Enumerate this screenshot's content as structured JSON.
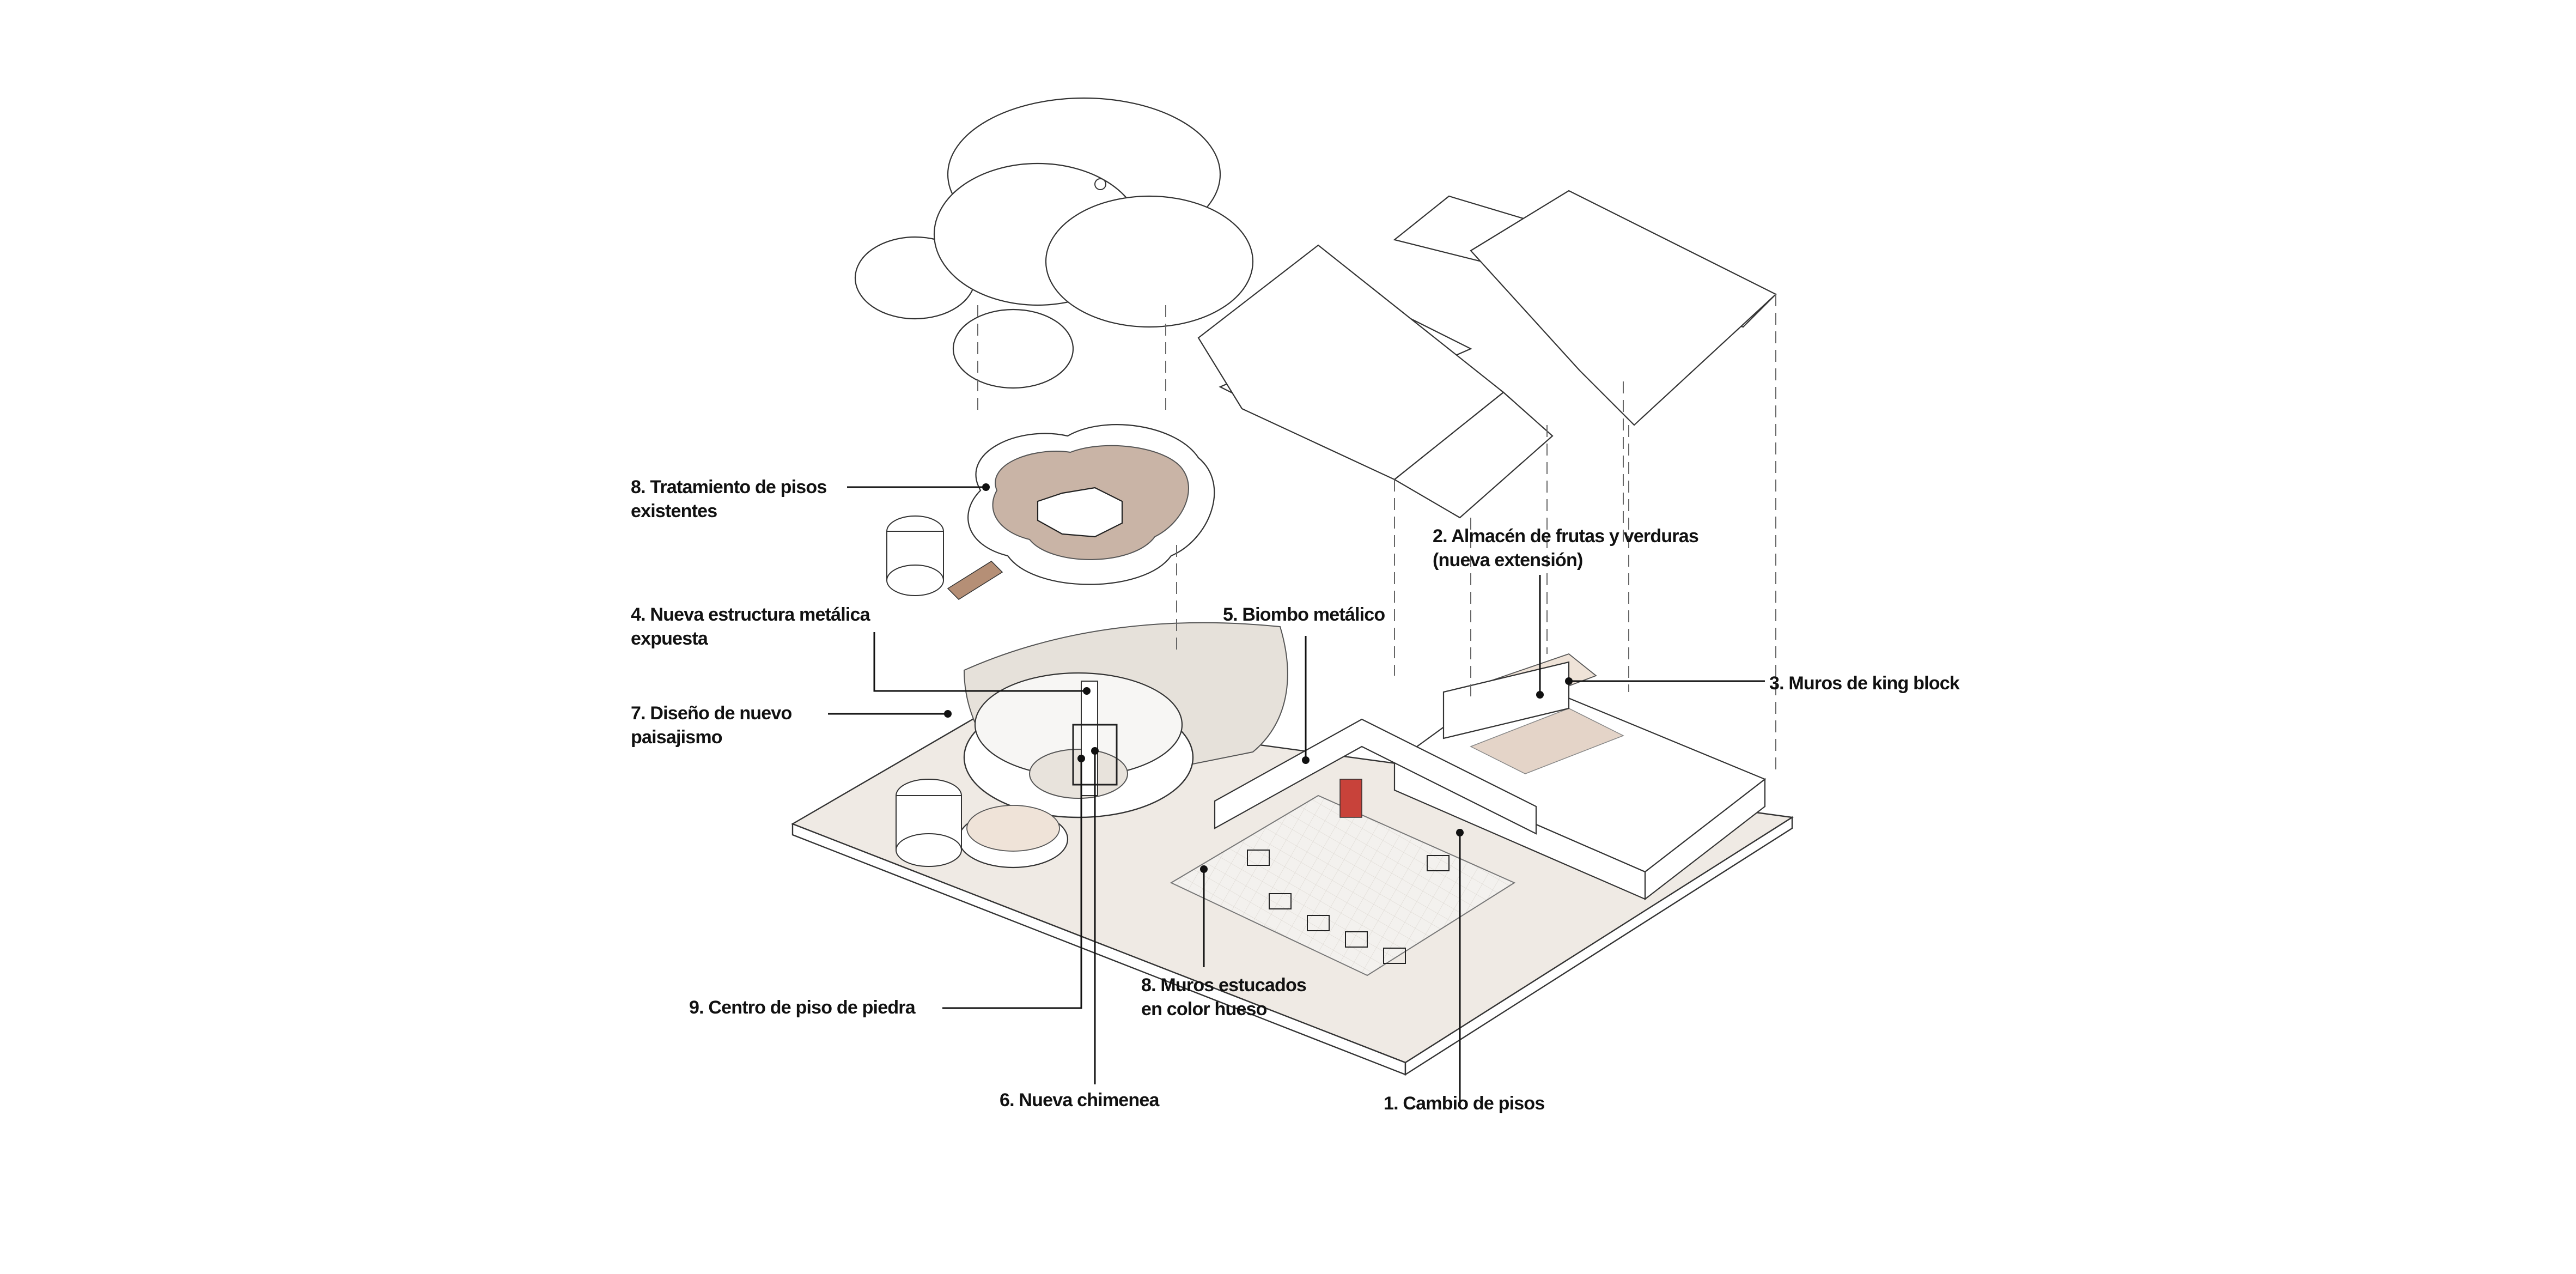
{
  "colors": {
    "ground": "#efeae4",
    "landscape": "#e6e1da",
    "floor_finish": "#c9b4a6",
    "screen_accent": "#c8423a",
    "line": "#333333"
  },
  "labels": {
    "l1": "1. Cambio de pisos",
    "l2a": "2. Almacén de frutas y verduras",
    "l2b": "(nueva extensión)",
    "l3": "3. Muros de king block",
    "l4a": "4. Nueva estructura metálica",
    "l4b": "expuesta",
    "l5": "5. Biombo metálico",
    "l6": "6. Nueva chimenea",
    "l7a": "7.  Diseño  de  nuevo",
    "l7b": "paisajismo",
    "l8a": "8. Tratamiento de pisos",
    "l8b": "existentes",
    "l8c": "8.  Muros  estucados",
    "l8d": "en color hueso",
    "l9": "9. Centro de piso de piedra"
  }
}
